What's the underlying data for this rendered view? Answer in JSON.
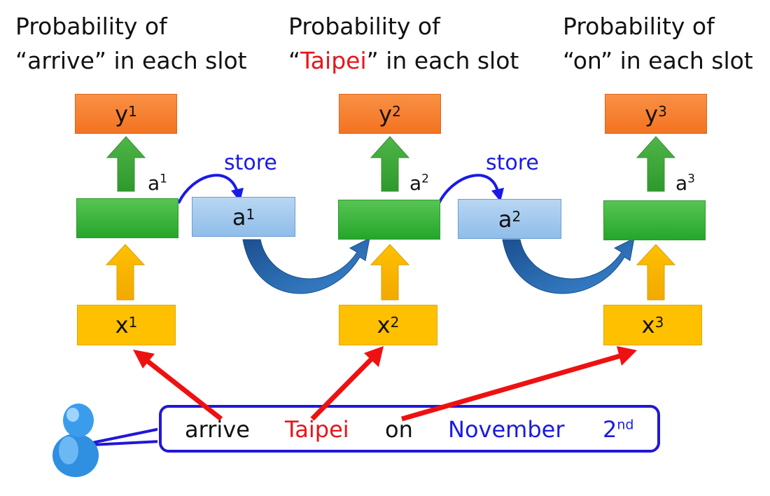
{
  "titles": [
    {
      "line1": "Probability of",
      "pre": "“",
      "word": "arrive",
      "post": "” in each slot",
      "highlight": "#111111"
    },
    {
      "line1": "Probability of",
      "pre": "“",
      "word": "Taipei",
      "post": "” in each slot",
      "highlight": "#e8141b"
    },
    {
      "line1": "Probability of",
      "pre": "“",
      "word": "on",
      "post": "” in each slot",
      "highlight": "#111111"
    }
  ],
  "steps": [
    {
      "y": "y",
      "a": "a",
      "x": "x",
      "index": "1"
    },
    {
      "y": "y",
      "a": "a",
      "x": "x",
      "index": "2"
    },
    {
      "y": "y",
      "a": "a",
      "x": "x",
      "index": "3"
    }
  ],
  "memory": [
    {
      "label": "a",
      "index": "1",
      "store": "store"
    },
    {
      "label": "a",
      "index": "2",
      "store": "store"
    }
  ],
  "sentence": {
    "words": [
      {
        "text": "arrive",
        "color": "#111111"
      },
      {
        "text": "Taipei",
        "color": "#e8141b"
      },
      {
        "text": "on",
        "color": "#111111"
      },
      {
        "text": "November",
        "color": "#1a1ae6"
      },
      {
        "text": "2",
        "sup": "nd",
        "color": "#1a1ae6"
      }
    ]
  },
  "icons": {
    "user": "user-icon"
  },
  "colors": {
    "output": "#f37321",
    "hidden": "#25a62b",
    "memory": "#8fbde9",
    "input": "#ffc000",
    "red_arrow": "#ee1111",
    "store_arrow": "#1a1ae6",
    "memory_arrow": "#1f5fa8"
  }
}
